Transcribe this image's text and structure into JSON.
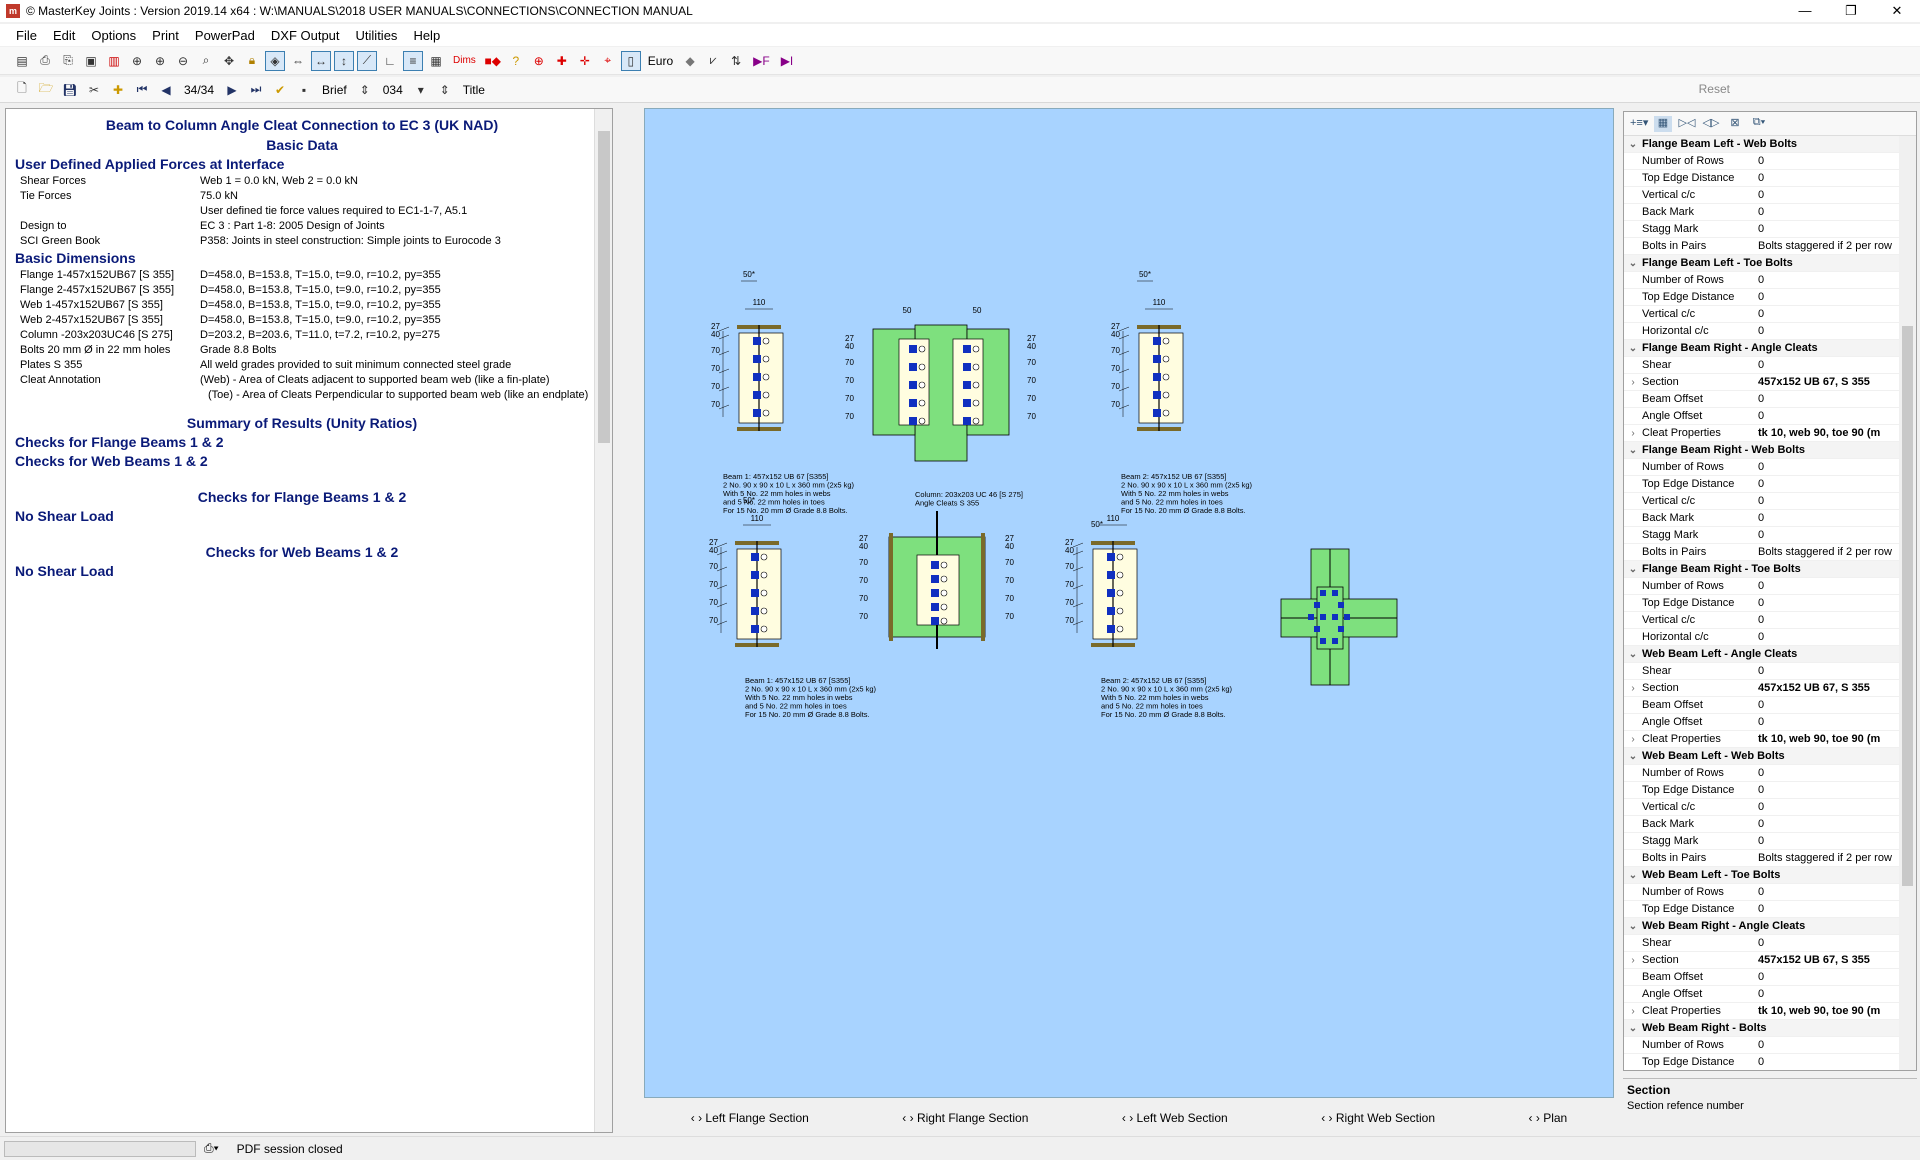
{
  "window": {
    "title": "© MasterKey Joints : Version 2019.14 x64 : W:\\MANUALS\\2018 USER MANUALS\\CONNECTIONS\\CONNECTION MANUAL",
    "minimize": "—",
    "restore": "❐",
    "close": "✕"
  },
  "menu": [
    "File",
    "Edit",
    "Options",
    "Print",
    "PowerPad",
    "DXF Output",
    "Utilities",
    "Help"
  ],
  "toolbar1": {
    "dims_label": "Dims",
    "euro_label": "Euro",
    "f_label": "▶F",
    "i_label": "▶I"
  },
  "toolbar2": {
    "page_counter": "34/34",
    "brief_label": "Brief",
    "number_value": "034",
    "title_label": "Title",
    "reset_label": "Reset"
  },
  "document": {
    "title": "Beam to Column Angle Cleat Connection to EC 3 (UK NAD)",
    "basic_data_heading": "Basic Data",
    "forces_heading": "User Defined Applied Forces at Interface",
    "forces_rows": [
      {
        "k": "Shear Forces",
        "v": "Web 1 = 0.0 kN, Web 2 = 0.0 kN"
      },
      {
        "k": "Tie Forces",
        "v": "75.0 kN"
      },
      {
        "k": "",
        "v": "User defined tie force values required to EC1-1-7, A5.1"
      },
      {
        "k": "Design to",
        "v": "EC 3 : Part 1-8: 2005 Design of Joints"
      },
      {
        "k": "SCI Green Book",
        "v": "P358: Joints in steel construction: Simple joints to Eurocode 3"
      }
    ],
    "dims_heading": "Basic Dimensions",
    "dims_rows": [
      {
        "k": "Flange 1-457x152UB67 [S 355]",
        "v": "D=458.0, B=153.8, T=15.0, t=9.0, r=10.2, py=355"
      },
      {
        "k": "Flange 2-457x152UB67 [S 355]",
        "v": "D=458.0, B=153.8, T=15.0, t=9.0, r=10.2, py=355"
      },
      {
        "k": "Web   1-457x152UB67 [S 355]",
        "v": "D=458.0, B=153.8, T=15.0, t=9.0, r=10.2, py=355"
      },
      {
        "k": "Web   2-457x152UB67 [S 355]",
        "v": "D=458.0, B=153.8, T=15.0, t=9.0, r=10.2, py=355"
      },
      {
        "k": "Column -203x203UC46 [S 275]",
        "v": "D=203.2, B=203.6, T=11.0, t=7.2, r=10.2, py=275"
      },
      {
        "k": "Bolts 20 mm Ø in 22 mm holes",
        "v": "Grade 8.8 Bolts"
      },
      {
        "k": "Plates S 355",
        "v": "All weld grades provided to suit minimum connected steel grade"
      },
      {
        "k": "Cleat Annotation",
        "v": "(Web) - Area of Cleats adjacent to supported beam web (like a fin-plate)"
      }
    ],
    "cleat_note": "(Toe) - Area of Cleats Perpendicular to supported beam web (like an endplate)",
    "summary_heading": "Summary of Results (Unity Ratios)",
    "check_flange_link": "Checks for Flange Beams 1 & 2",
    "check_web_link": "Checks for Web Beams 1 & 2",
    "flange_checks_heading": "Checks for Flange Beams 1 & 2",
    "flange_no_shear": "No Shear Load",
    "web_checks_heading": "Checks for Web Beams 1 & 2",
    "web_no_shear": "No Shear Load"
  },
  "drawing": {
    "dims_top": "50*",
    "dim_110": "110",
    "dim_50": "50",
    "dim_50s": "50*",
    "dim_27": "27",
    "dim_40": "40",
    "dim_70": "70",
    "beam1_flange_label": [
      "Beam  1: 457x152 UB 67 [S355]",
      "2 No. 90 x 90 x 10 L x 360 mm (2x5 kg)",
      "With 5 No. 22 mm holes in webs",
      "and  5 No. 22 mm holes in toes",
      "For 15 No. 20 mm Ø Grade 8.8 Bolts."
    ],
    "beam2_flange_label": [
      "Beam  2: 457x152 UB 67 [S355]",
      "2 No. 90 x 90 x 10 L x 360 mm (2x5 kg)",
      "With 5 No. 22 mm holes in webs",
      "and  5 No. 22 mm holes in toes",
      "For 15 No. 20 mm Ø Grade 8.8 Bolts."
    ],
    "column_label": [
      "Column: 203x203 UC 46 [S 275]",
      "Angle Cleats S 355"
    ],
    "beam1_web_label": [
      "Beam  1: 457x152 UB 67 [S355]",
      "2 No. 90 x 90 x 10 L x 360 mm (2x5 kg)",
      "With 5 No. 22 mm holes in webs",
      "and  5 No. 22 mm holes in toes",
      "For 15 No. 20 mm Ø Grade 8.8 Bolts."
    ],
    "beam2_web_label": [
      "Beam  2: 457x152 UB 67 [S355]",
      "2 No. 90 x 90 x 10 L x 360 mm (2x5 kg)",
      "With 5 No. 22 mm holes in webs",
      "and  5 No. 22 mm holes in toes",
      "For 15 No. 20 mm Ø Grade 8.8 Bolts."
    ],
    "colors": {
      "background": "#a8d3ff",
      "steel": "#7ee07e",
      "cleat": "#fffde0",
      "bolt": "#1030c0",
      "flange": "#7a6a2a"
    }
  },
  "view_tabs": [
    "Left Flange Section",
    "Right Flange Section",
    "Left Web Section",
    "Right Web Section",
    "Plan"
  ],
  "properties": [
    {
      "t": "cat",
      "n": "Flange Beam Left - Web Bolts"
    },
    {
      "n": "Number of Rows",
      "v": "0"
    },
    {
      "n": "Top Edge Distance",
      "v": "0"
    },
    {
      "n": "Vertical c/c",
      "v": "0"
    },
    {
      "n": "Back Mark",
      "v": "0"
    },
    {
      "n": "Stagg Mark",
      "v": "0"
    },
    {
      "n": "Bolts in Pairs",
      "v": "Bolts staggered if 2 per row"
    },
    {
      "t": "cat",
      "n": "Flange Beam Left - Toe Bolts"
    },
    {
      "n": "Number of Rows",
      "v": "0"
    },
    {
      "n": "Top Edge Distance",
      "v": "0"
    },
    {
      "n": "Vertical c/c",
      "v": "0"
    },
    {
      "n": "Horizontal c/c",
      "v": "0"
    },
    {
      "t": "cat",
      "n": "Flange Beam Right - Angle Cleats"
    },
    {
      "n": "Shear",
      "v": "0"
    },
    {
      "n": "Section",
      "v": "457x152 UB 67, S 355",
      "b": true,
      "e": true
    },
    {
      "n": "Beam Offset",
      "v": "0"
    },
    {
      "n": "Angle Offset",
      "v": "0"
    },
    {
      "n": "Cleat Properties",
      "v": "tk 10, web 90, toe 90 (m",
      "b": true,
      "e": true
    },
    {
      "t": "cat",
      "n": "Flange Beam Right - Web Bolts"
    },
    {
      "n": "Number of Rows",
      "v": "0"
    },
    {
      "n": "Top Edge Distance",
      "v": "0"
    },
    {
      "n": "Vertical c/c",
      "v": "0"
    },
    {
      "n": "Back Mark",
      "v": "0"
    },
    {
      "n": "Stagg Mark",
      "v": "0"
    },
    {
      "n": "Bolts in Pairs",
      "v": "Bolts staggered if 2 per row"
    },
    {
      "t": "cat",
      "n": "Flange Beam Right - Toe Bolts"
    },
    {
      "n": "Number of Rows",
      "v": "0"
    },
    {
      "n": "Top Edge Distance",
      "v": "0"
    },
    {
      "n": "Vertical c/c",
      "v": "0"
    },
    {
      "n": "Horizontal c/c",
      "v": "0"
    },
    {
      "t": "cat",
      "n": "Web Beam Left - Angle Cleats"
    },
    {
      "n": "Shear",
      "v": "0"
    },
    {
      "n": "Section",
      "v": "457x152 UB 67, S 355",
      "b": true,
      "e": true
    },
    {
      "n": "Beam Offset",
      "v": "0"
    },
    {
      "n": "Angle Offset",
      "v": "0"
    },
    {
      "n": "Cleat Properties",
      "v": "tk 10, web 90, toe 90 (m",
      "b": true,
      "e": true
    },
    {
      "t": "cat",
      "n": "Web Beam Left - Web Bolts"
    },
    {
      "n": "Number of Rows",
      "v": "0"
    },
    {
      "n": "Top Edge Distance",
      "v": "0"
    },
    {
      "n": "Vertical c/c",
      "v": "0"
    },
    {
      "n": "Back Mark",
      "v": "0"
    },
    {
      "n": "Stagg Mark",
      "v": "0"
    },
    {
      "n": "Bolts in Pairs",
      "v": "Bolts staggered if 2 per row"
    },
    {
      "t": "cat",
      "n": "Web Beam Left - Toe Bolts"
    },
    {
      "n": "Number of Rows",
      "v": "0"
    },
    {
      "n": "Top Edge Distance",
      "v": "0"
    },
    {
      "t": "cat",
      "n": "Web Beam Right - Angle Cleats"
    },
    {
      "n": "Shear",
      "v": "0"
    },
    {
      "n": "Section",
      "v": "457x152 UB 67, S 355",
      "b": true,
      "e": true
    },
    {
      "n": "Beam Offset",
      "v": "0"
    },
    {
      "n": "Angle Offset",
      "v": "0"
    },
    {
      "n": "Cleat Properties",
      "v": "tk 10, web 90, toe 90 (m",
      "b": true,
      "e": true
    },
    {
      "t": "cat",
      "n": "Web Beam Right - Bolts"
    },
    {
      "n": "Number of Rows",
      "v": "0"
    },
    {
      "n": "Top Edge Distance",
      "v": "0"
    }
  ],
  "description": {
    "title": "Section",
    "text": "Section refence number"
  },
  "status": {
    "text": "PDF session closed"
  }
}
